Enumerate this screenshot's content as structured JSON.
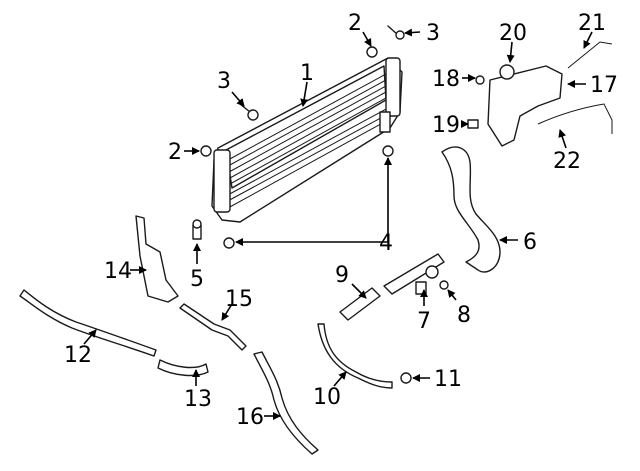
{
  "callouts": [
    {
      "id": "1",
      "label": "1"
    },
    {
      "id": "2a",
      "label": "2"
    },
    {
      "id": "2b",
      "label": "2"
    },
    {
      "id": "3a",
      "label": "3"
    },
    {
      "id": "3b",
      "label": "3"
    },
    {
      "id": "4",
      "label": "4"
    },
    {
      "id": "5",
      "label": "5"
    },
    {
      "id": "6",
      "label": "6"
    },
    {
      "id": "7",
      "label": "7"
    },
    {
      "id": "8",
      "label": "8"
    },
    {
      "id": "9",
      "label": "9"
    },
    {
      "id": "10",
      "label": "10"
    },
    {
      "id": "11",
      "label": "11"
    },
    {
      "id": "12",
      "label": "12"
    },
    {
      "id": "13",
      "label": "13"
    },
    {
      "id": "14",
      "label": "14"
    },
    {
      "id": "15",
      "label": "15"
    },
    {
      "id": "16",
      "label": "16"
    },
    {
      "id": "17",
      "label": "17"
    },
    {
      "id": "18",
      "label": "18"
    },
    {
      "id": "19",
      "label": "19"
    },
    {
      "id": "20",
      "label": "20"
    },
    {
      "id": "21",
      "label": "21"
    },
    {
      "id": "22",
      "label": "22"
    }
  ]
}
